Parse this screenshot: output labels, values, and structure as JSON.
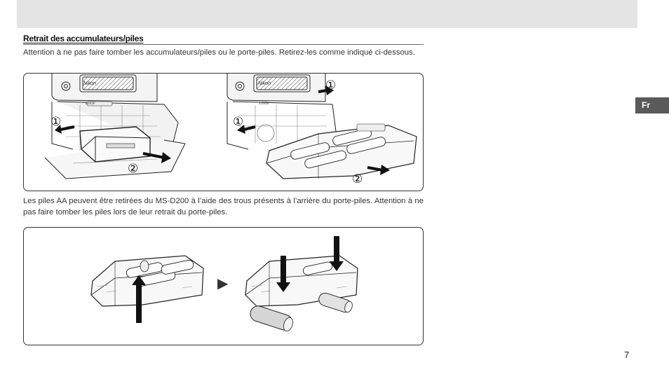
{
  "section": {
    "title": "Retrait des accumulateurs/piles",
    "intro": "Attention à ne pas faire tomber les accumulateurs/piles ou le porte-piles. Retirez-les comme indiqué ci-dessous.",
    "aa_text": "Les piles AA peuvent être retirées du MS-D200 à l’aide des trous présents à l’arrière du porte-piles. Attention à ne pas faire tomber les piles lors de leur retrait du porte-piles."
  },
  "figure1": {
    "camera_brand": "Nikon",
    "lock_label": "LOCK",
    "step1": "①",
    "step2": "②"
  },
  "figure2": {
    "arrow": "▶"
  },
  "side_tab": {
    "label": "Fr"
  },
  "page": {
    "number": "7"
  }
}
